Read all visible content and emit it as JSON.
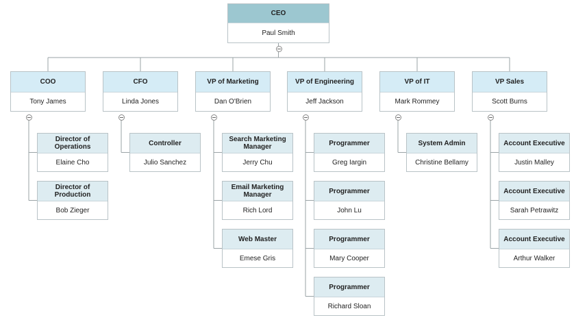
{
  "chart": {
    "root": {
      "title": "CEO",
      "name": "Paul Smith"
    },
    "branches": [
      {
        "title": "COO",
        "name": "Tony James",
        "reports": [
          {
            "title": "Director of Operations",
            "name": "Elaine Cho"
          },
          {
            "title": "Director of Production",
            "name": "Bob Zieger"
          }
        ]
      },
      {
        "title": "CFO",
        "name": "Linda Jones",
        "reports": [
          {
            "title": "Controller",
            "name": "Julio Sanchez"
          }
        ]
      },
      {
        "title": "VP of Marketing",
        "name": "Dan O'Brien",
        "reports": [
          {
            "title": "Search Marketing Manager",
            "name": "Jerry Chu"
          },
          {
            "title": "Email Marketing Manager",
            "name": "Rich Lord"
          },
          {
            "title": "Web Master",
            "name": "Emese Gris"
          }
        ]
      },
      {
        "title": "VP of Engineering",
        "name": "Jeff Jackson",
        "reports": [
          {
            "title": "Programmer",
            "name": "Greg Iargin"
          },
          {
            "title": "Programmer",
            "name": "John Lu"
          },
          {
            "title": "Programmer",
            "name": "Mary Cooper"
          },
          {
            "title": "Programmer",
            "name": "Richard Sloan"
          }
        ]
      },
      {
        "title": "VP of IT",
        "name": "Mark Rommey",
        "reports": [
          {
            "title": "System Admin",
            "name": "Christine Bellamy"
          }
        ]
      },
      {
        "title": "VP Sales",
        "name": "Scott Burns",
        "reports": [
          {
            "title": "Account Executive",
            "name": "Justin Malley"
          },
          {
            "title": "Account Executive",
            "name": "Sarah Petrawitz"
          },
          {
            "title": "Account Executive",
            "name": "Arthur Walker"
          }
        ]
      }
    ]
  }
}
